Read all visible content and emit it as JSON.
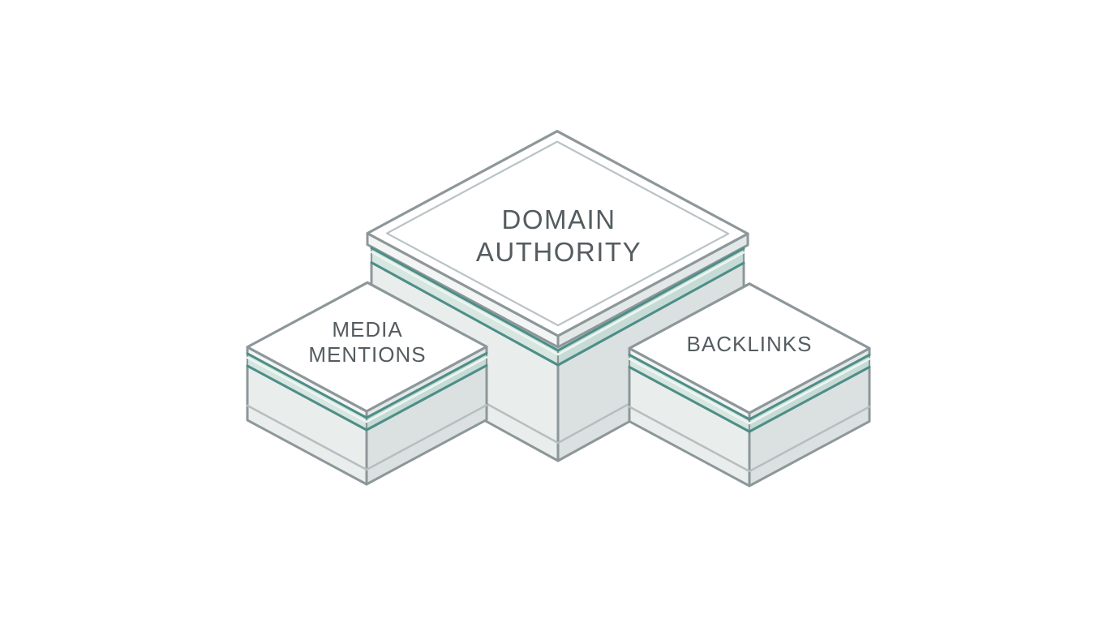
{
  "page": {
    "background": "#ffffff",
    "description": "Isometric diagram of three blocks: domain authority supported by media mentions and backlinks"
  },
  "colors": {
    "outline": "#8d979a",
    "inner_line": "#bac3c6",
    "top_face": "#ffffff",
    "cap_left": "#f3f5f5",
    "cap_right": "#e2e7e7",
    "glass_left": "#d7e6e1",
    "glass_right": "#c7dbd6",
    "glass_edge": "#4d8e87",
    "glass_highlight": "#eef6f2",
    "body_left": "#e9edec",
    "body_right": "#dbe1e0",
    "seam": "#b6bec0",
    "label_text": "#545c60"
  },
  "blocks": {
    "center": {
      "name": "domain-authority",
      "label_line1": "DOMAIN",
      "label_line2": "AUTHORITY"
    },
    "left": {
      "name": "media-mentions",
      "label_line1": "MEDIA",
      "label_line2": "MENTIONS"
    },
    "right": {
      "name": "backlinks",
      "label_line1": "BACKLINKS"
    }
  }
}
